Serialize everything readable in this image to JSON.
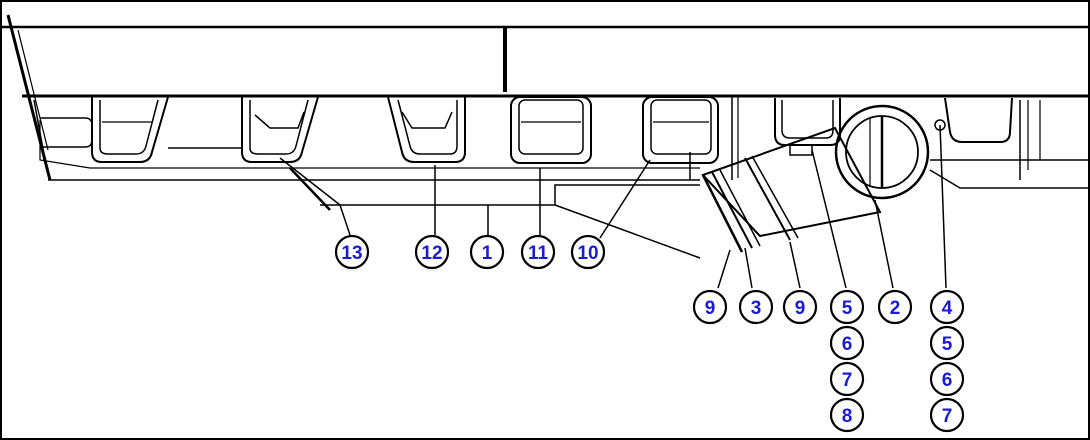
{
  "diagram": {
    "callouts": [
      {
        "id": "c13",
        "label": "13"
      },
      {
        "id": "c12",
        "label": "12"
      },
      {
        "id": "c1",
        "label": "1"
      },
      {
        "id": "c11",
        "label": "11"
      },
      {
        "id": "c10",
        "label": "10"
      },
      {
        "id": "c9a",
        "label": "9"
      },
      {
        "id": "c3",
        "label": "3"
      },
      {
        "id": "c9b",
        "label": "9"
      },
      {
        "id": "c5a",
        "label": "5"
      },
      {
        "id": "c6a",
        "label": "6"
      },
      {
        "id": "c7a",
        "label": "7"
      },
      {
        "id": "c8",
        "label": "8"
      },
      {
        "id": "c2",
        "label": "2"
      },
      {
        "id": "c4",
        "label": "4"
      },
      {
        "id": "c5b",
        "label": "5"
      },
      {
        "id": "c6b",
        "label": "6"
      },
      {
        "id": "c7b",
        "label": "7"
      }
    ],
    "colors": {
      "line": "#000000",
      "callout_text": "#1a1adb",
      "background": "#ffffff"
    }
  }
}
